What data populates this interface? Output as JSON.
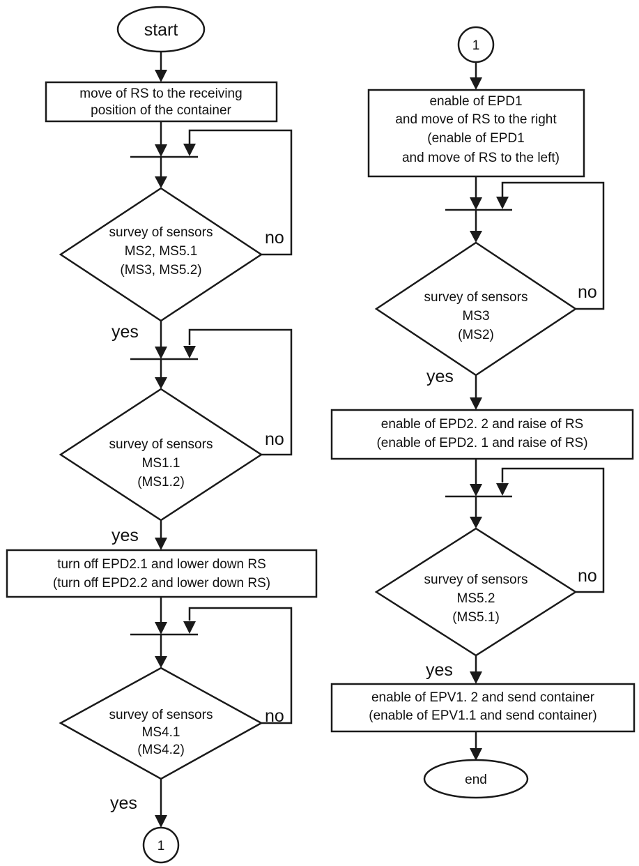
{
  "left": {
    "start": "start",
    "step_receive": [
      "move of RS to the receiving",
      "position of the container"
    ],
    "decision_1": [
      "survey of sensors",
      "MS2, MS5.1",
      "(MS3, MS5.2)"
    ],
    "decision_1_no": "no",
    "decision_1_yes": "yes",
    "decision_2": [
      "survey of sensors",
      "MS1.1",
      "(MS1.2)"
    ],
    "decision_2_no": "no",
    "decision_2_yes": "yes",
    "step_lower": [
      "turn off EPD2.1 and lower down RS",
      "(turn off EPD2.2 and lower down RS)"
    ],
    "decision_3": [
      "survey of sensors",
      "MS4.1",
      "(MS4.2)"
    ],
    "decision_3_no": "no",
    "decision_3_yes": "yes",
    "connector": "1"
  },
  "right": {
    "connector": "1",
    "step_enable_epd1": [
      "enable of EPD1",
      "and move of RS to the right",
      "(enable of EPD1",
      "and move of RS to the left)"
    ],
    "decision_4": [
      "survey of sensors",
      "MS3",
      "(MS2)"
    ],
    "decision_4_no": "no",
    "decision_4_yes": "yes",
    "step_raise": [
      "enable of EPD2. 2 and raise of RS",
      "(enable of EPD2. 1 and raise of RS)"
    ],
    "decision_5": [
      "survey of sensors",
      "MS5.2",
      "(MS5.1)"
    ],
    "decision_5_no": "no",
    "decision_5_yes": "yes",
    "step_send": [
      "enable of EPV1. 2 and send container",
      "(enable of EPV1.1 and send container)"
    ],
    "end": "end"
  }
}
